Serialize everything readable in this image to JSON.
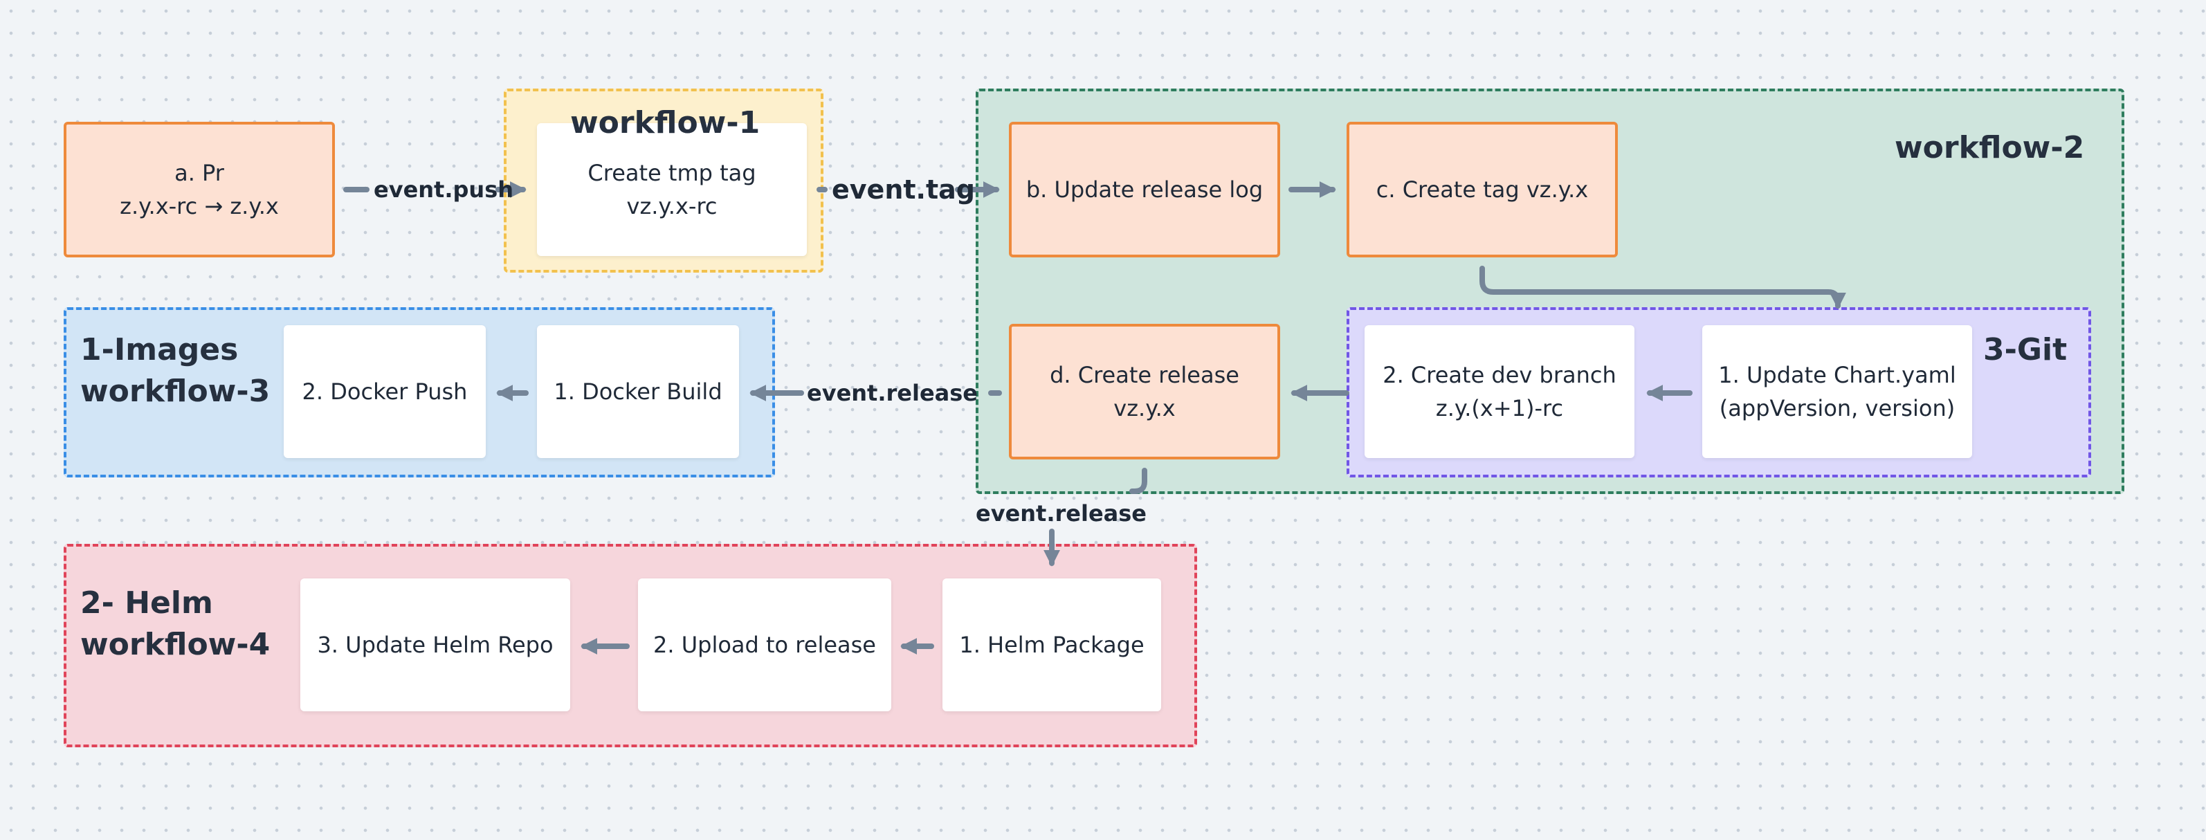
{
  "groups": {
    "workflow1": {
      "title": "workflow-1"
    },
    "workflow2": {
      "title": "workflow-2"
    },
    "workflow3": {
      "title_line1": "1-Images",
      "title_line2": "workflow-3"
    },
    "git": {
      "title": "3-Git"
    },
    "workflow4": {
      "title_line1": "2- Helm",
      "title_line2": "workflow-4"
    }
  },
  "nodes": {
    "pr": {
      "line1": "a. Pr",
      "line2": "z.y.x-rc → z.y.x"
    },
    "tmp_tag": {
      "line1": "Create tmp tag",
      "line2": "vz.y.x-rc"
    },
    "update_release_log": {
      "line1": "b. Update release log"
    },
    "create_tag": {
      "line1": "c. Create tag vz.y.x"
    },
    "create_release": {
      "line1": "d. Create release",
      "line2": "vz.y.x"
    },
    "create_dev_branch": {
      "line1": "2. Create dev branch",
      "line2": "z.y.(x+1)-rc"
    },
    "update_chart": {
      "line1": "1. Update Chart.yaml",
      "line2": "(appVersion, version)"
    },
    "docker_build": {
      "line1": "1. Docker Build"
    },
    "docker_push": {
      "line1": "2. Docker Push"
    },
    "helm_package": {
      "line1": "1. Helm Package"
    },
    "upload_release": {
      "line1": "2. Upload to release"
    },
    "update_helm_repo": {
      "line1": "3. Update Helm Repo"
    }
  },
  "edges": {
    "event_push": "event.push",
    "event_tag": "event.tag",
    "event_release_images": "event.release",
    "event_release_helm": "event.release"
  },
  "colors": {
    "edge": "#758598",
    "node_border": "#ee8a3c"
  }
}
